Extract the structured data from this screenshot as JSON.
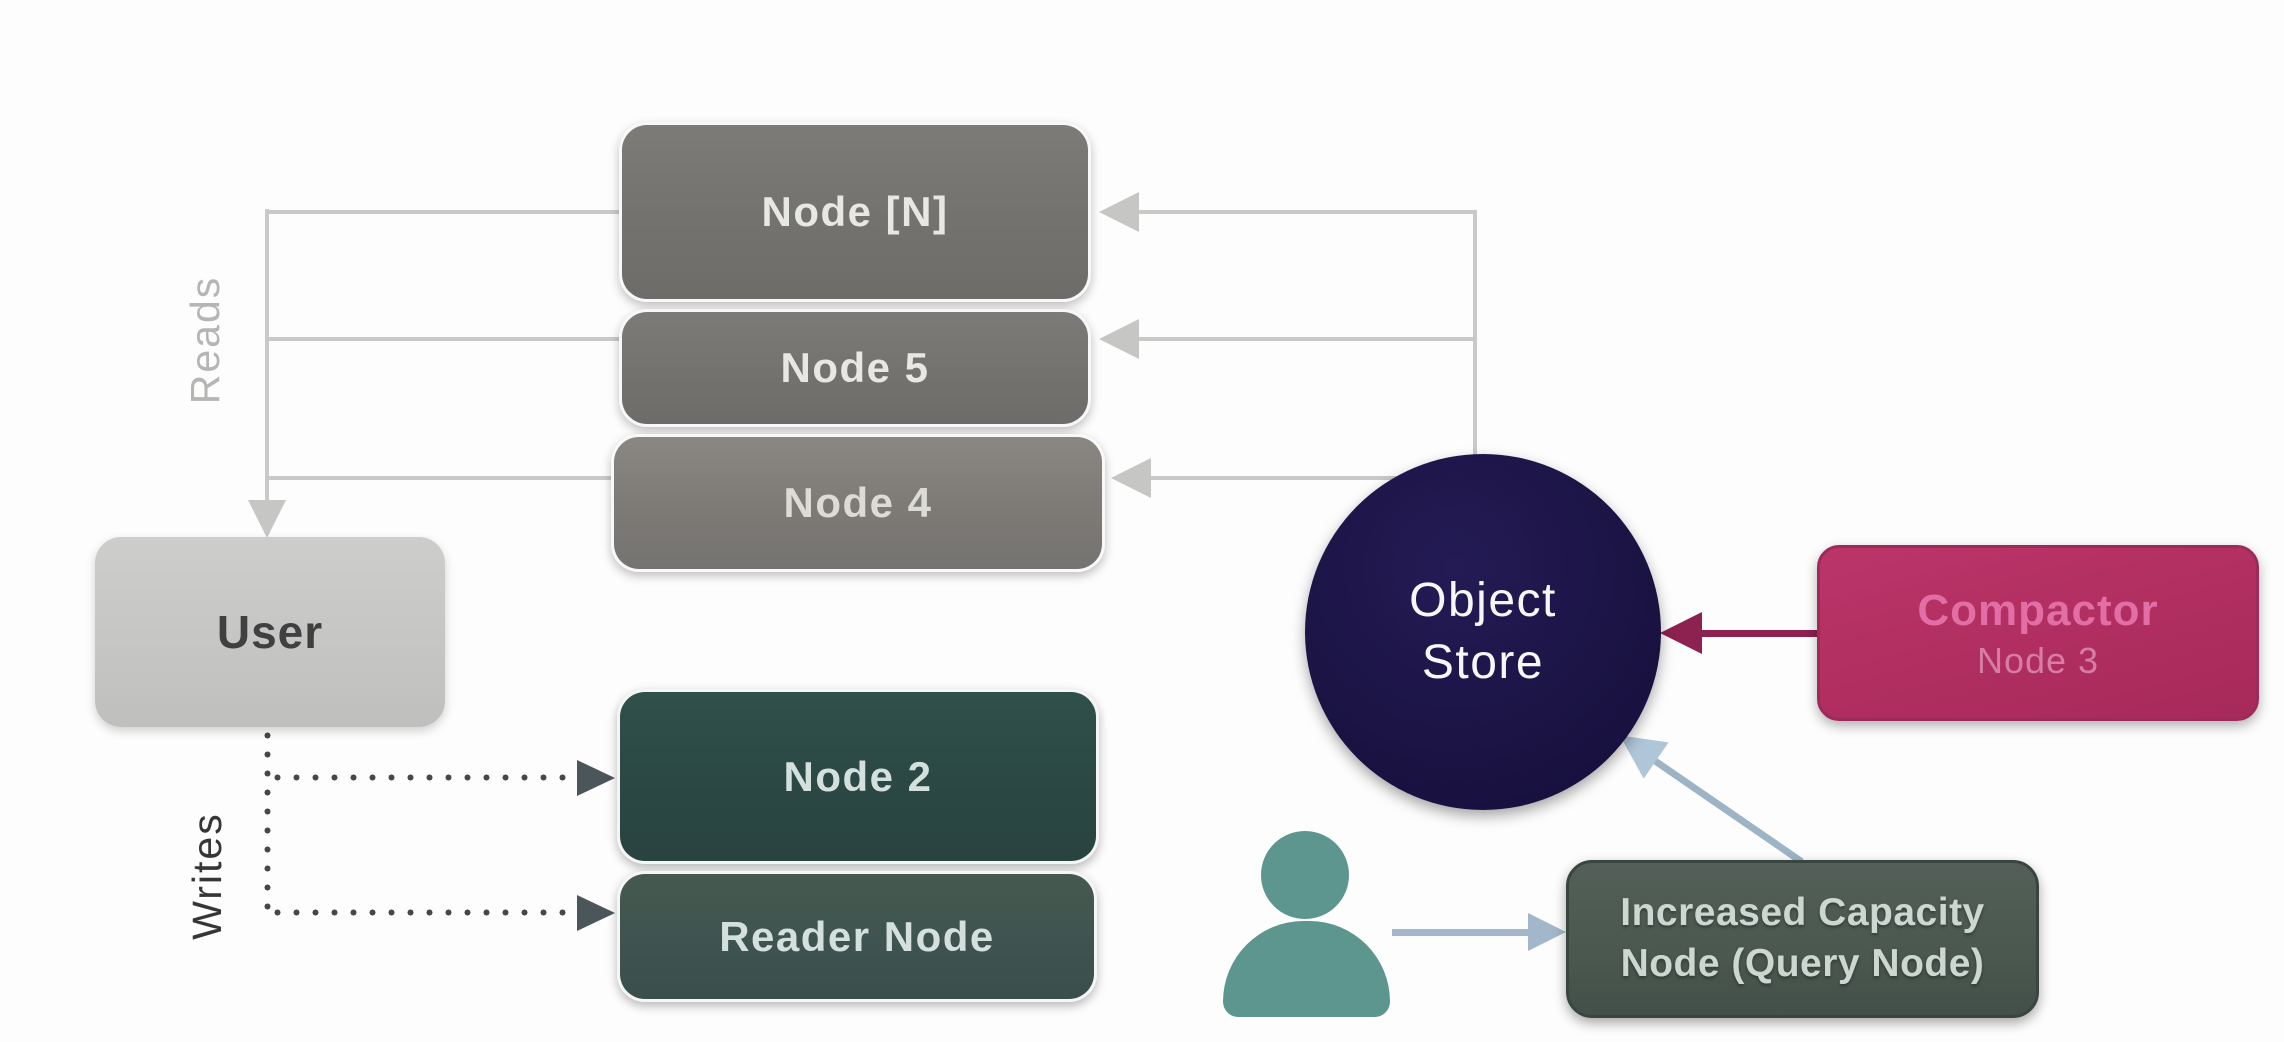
{
  "flow_labels": {
    "reads": "Reads",
    "writes": "Writes"
  },
  "read_replica_stack": {
    "nodes": [
      {
        "label": "Node [N]"
      },
      {
        "label": "Node 5"
      },
      {
        "label": "Node 4"
      }
    ]
  },
  "user_box": {
    "label": "User"
  },
  "write_stack": {
    "nodes": [
      {
        "label": "Node 2"
      },
      {
        "label": "Reader Node"
      }
    ]
  },
  "object_store": {
    "line1": "Object",
    "line2": "Store"
  },
  "compactor": {
    "title": "Compactor",
    "subtitle": "Node 3"
  },
  "query_node": {
    "line1": "Increased Capacity",
    "line2": "Node (Query Node)"
  },
  "colors": {
    "background": "#fdfdfd",
    "gray_node": "#74726f",
    "gray_node_light": "#7d7a76",
    "user_gray": "#c6c6c5",
    "teal_node": "#2c4945",
    "teal_node_gray": "#3e5350",
    "navy_store": "#1b1444",
    "compactor_magenta": "#b02e60",
    "compactor_text_pink": "#e26ea6",
    "magenta_arrow": "#8d2150",
    "query_green_gray": "#4a584f",
    "person_teal": "#5d968f",
    "blue_arrow": "#a3b7ca",
    "read_line_gray": "#c9c9c7",
    "write_dot_dark": "#474747"
  }
}
